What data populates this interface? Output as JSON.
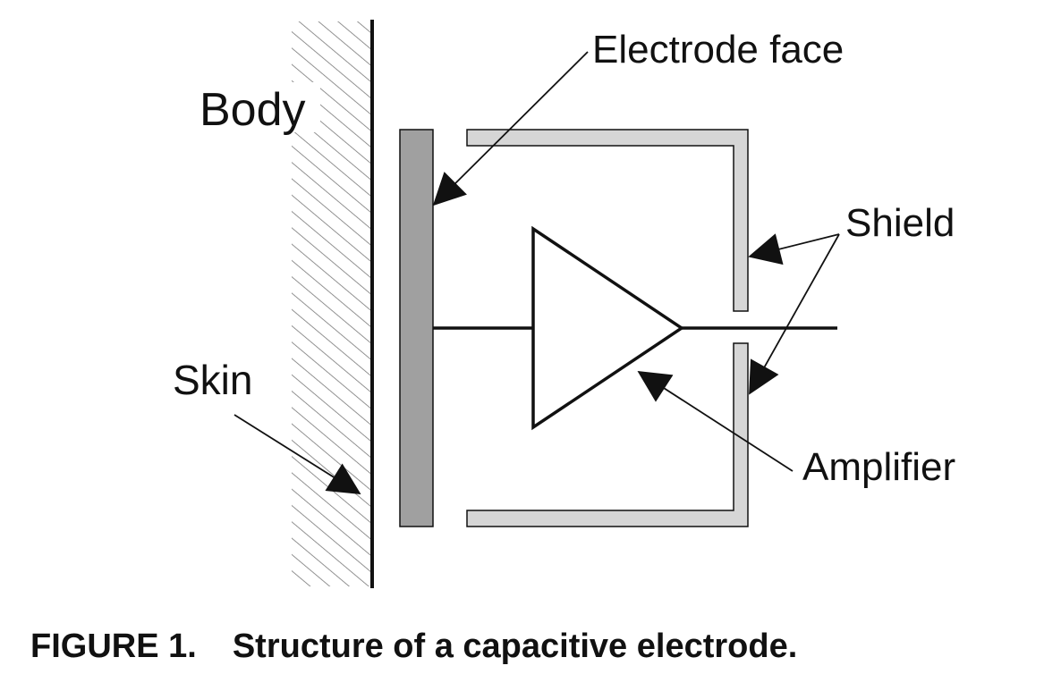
{
  "labels": {
    "body": "Body",
    "skin": "Skin",
    "electrode_face": "Electrode face",
    "shield": "Shield",
    "amplifier": "Amplifier"
  },
  "caption": {
    "number": "FIGURE 1.",
    "text": "Structure of a capacitive electrode."
  },
  "colors": {
    "electrode": "#a0a0a0",
    "shield": "#d6d6d6",
    "line": "#111111"
  }
}
